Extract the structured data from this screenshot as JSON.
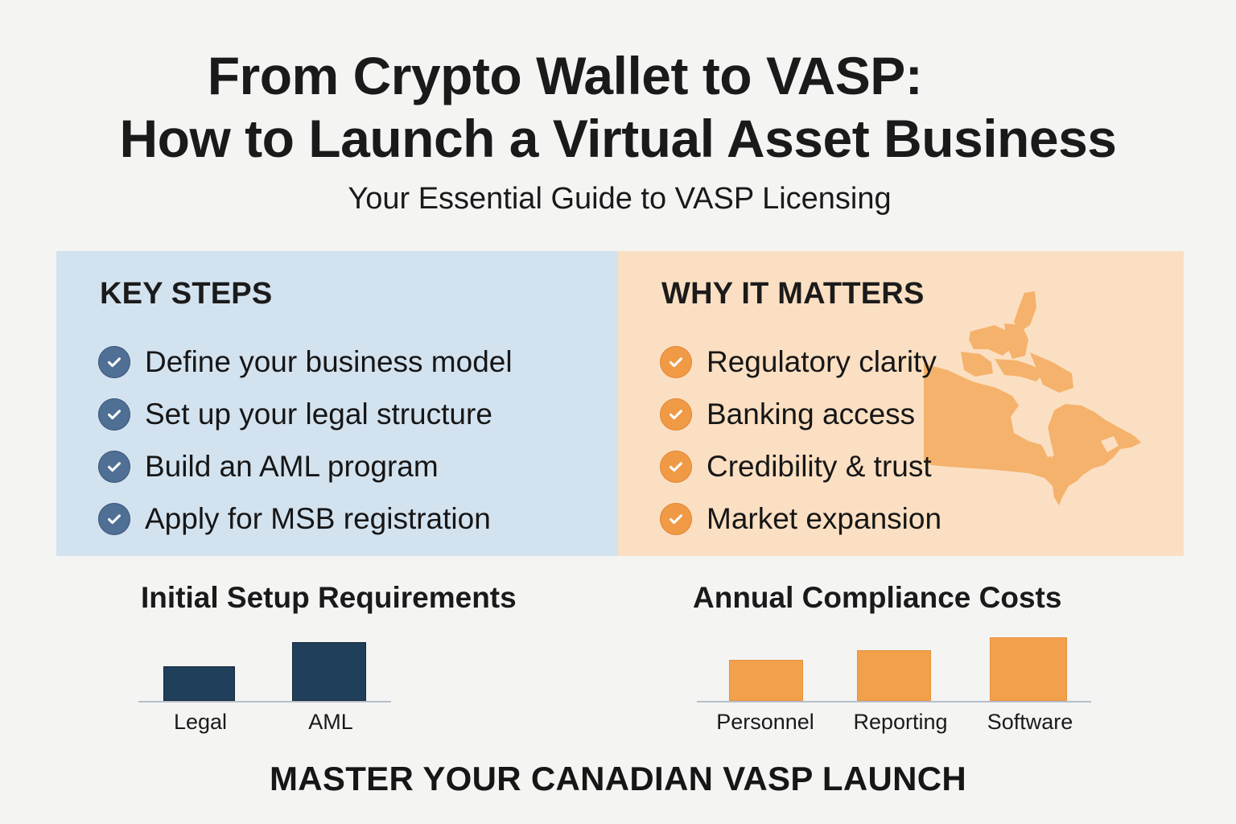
{
  "header": {
    "title_line1": "From Crypto Wallet to VASP:",
    "title_line2": "How to Launch a Virtual Asset Business",
    "subtitle": "Your Essential Guide to VASP Licensing"
  },
  "key_steps": {
    "heading": "KEY STEPS",
    "icon": "check-circle-icon",
    "color": "#4f6f95",
    "background": "#d3e2ef",
    "items": [
      {
        "label": "Define your business model"
      },
      {
        "label": "Set up your legal structure"
      },
      {
        "label": "Build an AML program"
      },
      {
        "label": "Apply for MSB registration"
      }
    ]
  },
  "why_it_matters": {
    "heading": "WHY IT MATTERS",
    "icon": "check-circle-icon",
    "color": "#f09a45",
    "background": "#fbdfc2",
    "decoration": "canada-map",
    "items": [
      {
        "label": "Regulatory clarity"
      },
      {
        "label": "Banking access"
      },
      {
        "label": "Credibility & trust"
      },
      {
        "label": "Market expansion"
      }
    ]
  },
  "chart_data": [
    {
      "type": "bar",
      "title": "Initial Setup Requirements",
      "categories": [
        "Legal",
        "AML"
      ],
      "values": [
        43,
        73
      ],
      "color": "#1f3f5a",
      "xlabel": "",
      "ylabel": "",
      "grid": false,
      "note": "relative bar heights in px; no axis values shown"
    },
    {
      "type": "bar",
      "title": "Annual Compliance Costs",
      "categories": [
        "Personnel",
        "Reporting",
        "Software"
      ],
      "values": [
        51,
        63,
        79
      ],
      "color": "#f2a04c",
      "xlabel": "",
      "ylabel": "",
      "grid": false,
      "note": "relative bar heights in px; no axis values shown"
    }
  ],
  "footer": {
    "tagline": "MASTER YOUR CANADIAN VASP LAUNCH"
  }
}
